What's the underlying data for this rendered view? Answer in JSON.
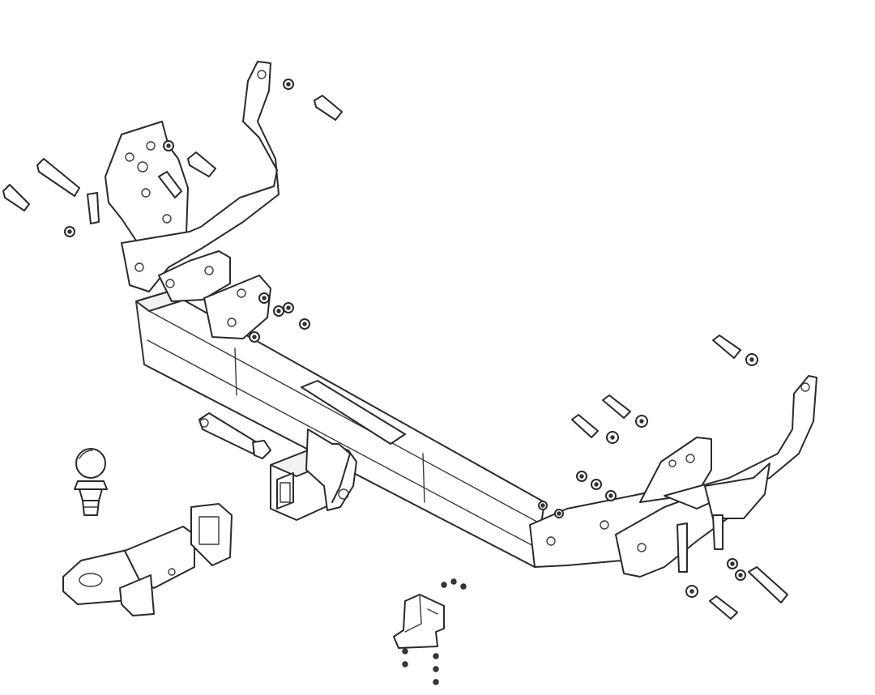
{
  "diagram": {
    "subject": "tow-bar-exploded-assembly",
    "components": [
      {
        "id": "left-mounting-bracket",
        "icon": "bracket-icon"
      },
      {
        "id": "right-mounting-bracket",
        "icon": "bracket-icon"
      },
      {
        "id": "cross-beam",
        "icon": "beam-icon"
      },
      {
        "id": "receiver-hitch",
        "icon": "square-tube-icon"
      },
      {
        "id": "tow-ball",
        "icon": "ball-icon"
      },
      {
        "id": "ball-mount-drawbar",
        "icon": "drawbar-icon"
      },
      {
        "id": "hitch-pin",
        "icon": "pin-icon"
      },
      {
        "id": "electrical-socket-bracket",
        "icon": "bracket-icon"
      },
      {
        "id": "bolts-and-nuts",
        "icon": "bolt-icon"
      }
    ],
    "colors": {
      "line": "#2a2a2a",
      "background": "#ffffff",
      "shade": "#f2f2f2"
    }
  }
}
